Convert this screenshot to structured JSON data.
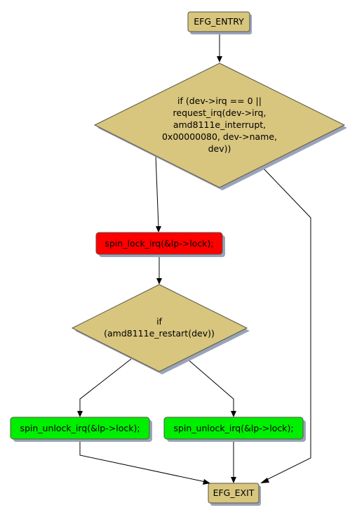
{
  "colors": {
    "terminal": "#d8c57e",
    "decision": "#d8c57e",
    "lock": "#ff0000",
    "unlock": "#00ee00",
    "shadow": "#9aa3b8"
  },
  "nodes": {
    "entry": {
      "label": "EFG_ENTRY"
    },
    "decision1": {
      "lines": [
        "if (dev->irq == 0 ||",
        "request_irq(dev->irq,",
        "amd8111e_interrupt,",
        "0x00000080, dev->name,",
        "dev))"
      ]
    },
    "lock": {
      "label": "spin_lock_irq(&lp->lock);"
    },
    "decision2": {
      "lines": [
        "if",
        "(amd8111e_restart(dev))"
      ]
    },
    "unlock_left": {
      "label": "spin_unlock_irq(&lp->lock);"
    },
    "unlock_right": {
      "label": "spin_unlock_irq(&lp->lock);"
    },
    "exit": {
      "label": "EFG_EXIT"
    }
  }
}
